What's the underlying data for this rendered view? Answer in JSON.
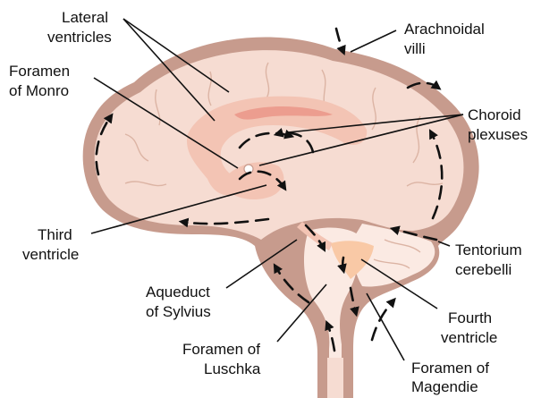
{
  "diagram": {
    "colors": {
      "background": "#ffffff",
      "meninges": "#c79b8d",
      "brain": "#f6dcd2",
      "brain_light": "#fbeae3",
      "ventricle": "#f3c4b4",
      "choroid": "#ec9d8f",
      "fourth_ventricle": "#f9c9a6",
      "arrows": "#111111",
      "label_text": "#111111"
    },
    "labels": {
      "lateral_ventricles": [
        "Lateral",
        "ventricles"
      ],
      "foramen_monro": [
        "Foramen",
        "of Monro"
      ],
      "arachnoidal_villi": [
        "Arachnoidal",
        "villi"
      ],
      "choroid_plexuses": [
        "Choroid",
        "plexuses"
      ],
      "third_ventricle": [
        "Third",
        "ventricle"
      ],
      "tentorium_cerebelli": [
        "Tentorium",
        "cerebelli"
      ],
      "aqueduct_sylvius": [
        "Aqueduct",
        "of Sylvius"
      ],
      "fourth_ventricle": [
        "Fourth",
        "ventricle"
      ],
      "foramen_luschka": [
        "Foramen of",
        "Luschka"
      ],
      "foramen_magendie": [
        "Foramen of",
        "Magendie"
      ]
    }
  }
}
